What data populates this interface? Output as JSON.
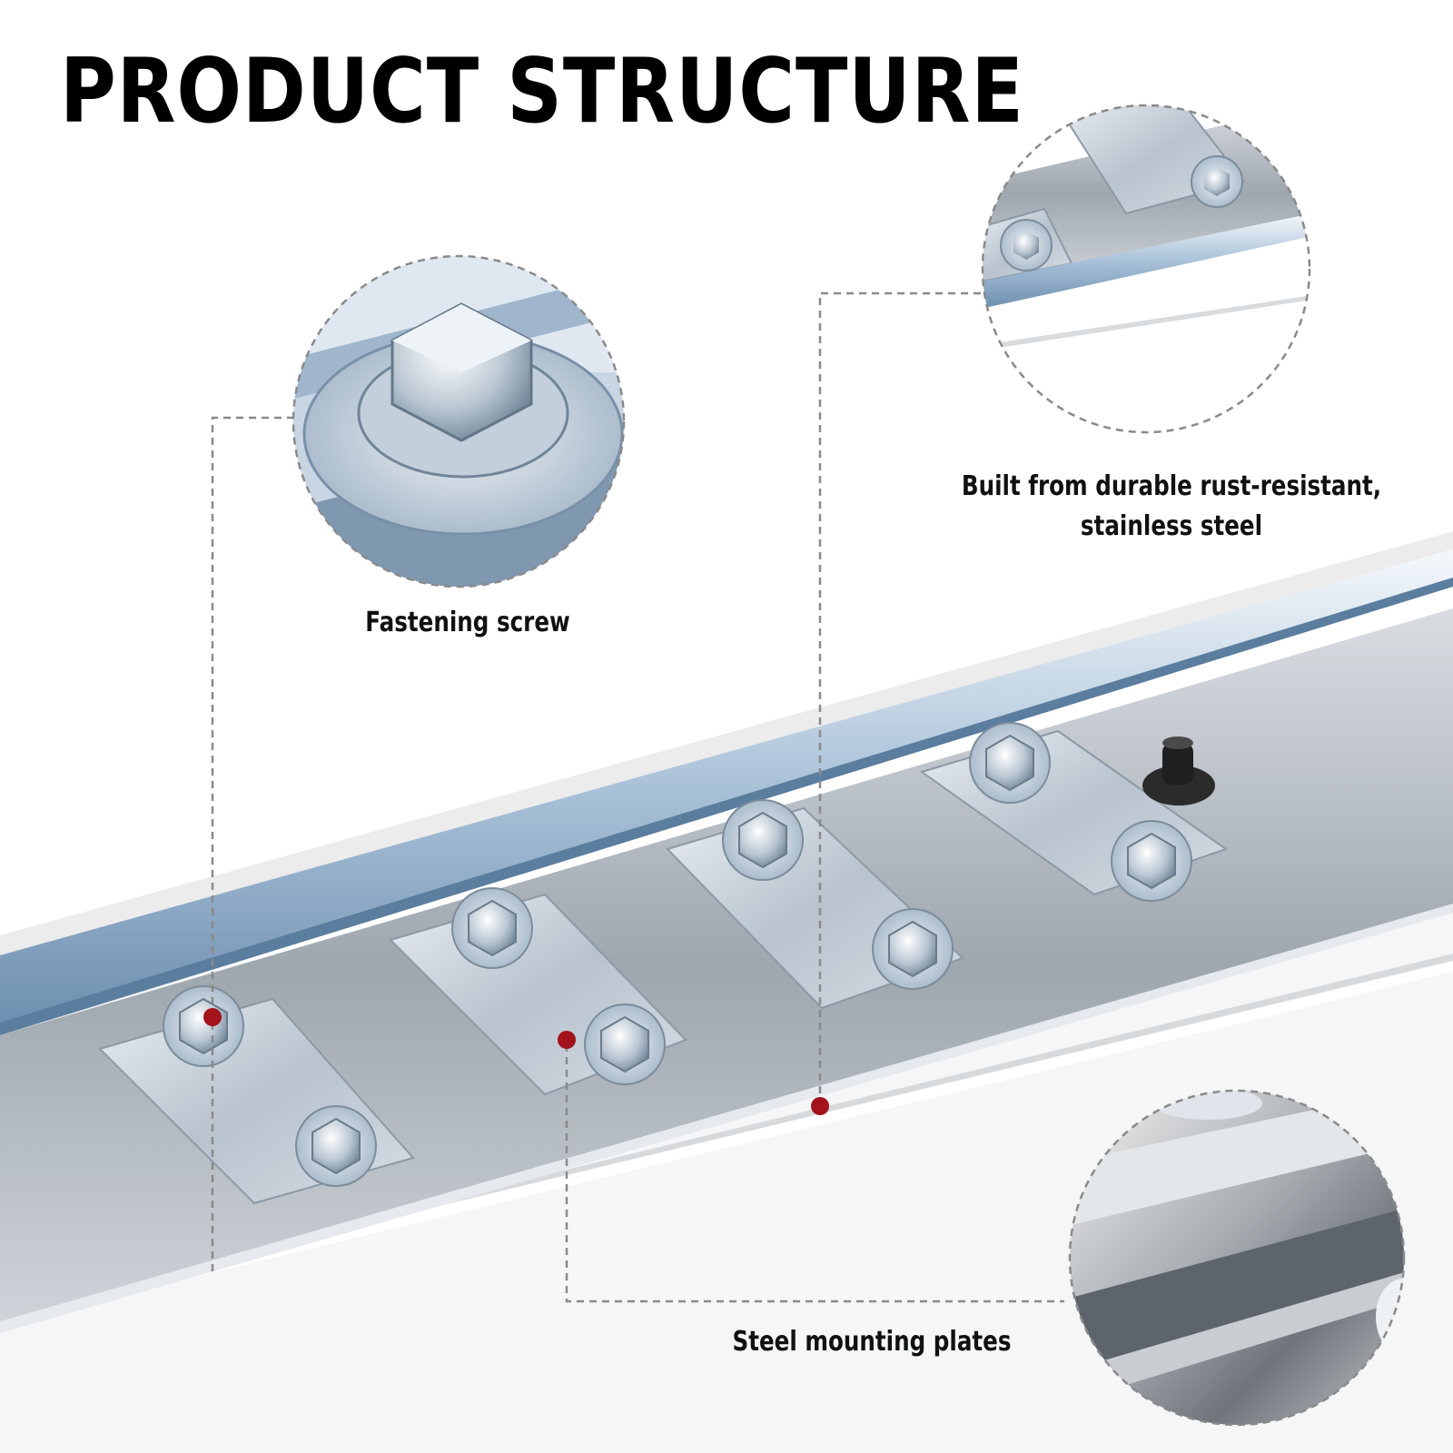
{
  "title": "PRODUCT STRUCTURE",
  "callouts": {
    "screw": {
      "label": "Fastening screw"
    },
    "steel": {
      "line1": "Built from durable rust-resistant,",
      "line2": "stainless steel"
    },
    "plates": {
      "label": "Steel mounting plates"
    }
  },
  "colors": {
    "background": "#ffffff",
    "text": "#000000",
    "marker": "#a3131c",
    "leader": "#8a8a8a",
    "zinc": "#c8d2dc",
    "steel_edge": "#7fa2c4"
  }
}
